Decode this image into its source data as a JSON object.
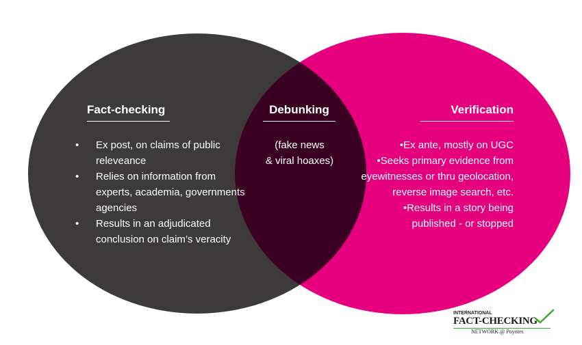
{
  "colors": {
    "left_circle": "#3c3a3b",
    "right_circle": "#e6007e",
    "intersection": "#3a0122",
    "text": "#ffffff",
    "logo_check": "#3aaa35"
  },
  "fact_checking": {
    "title": "Fact-checking",
    "items": [
      "Ex post, on claims of public releveance",
      "Relies on information from experts, academia, governments agencies",
      "Results in an adjudicated conclusion on claim’s veracity"
    ]
  },
  "debunking": {
    "title": "Debunking",
    "note_line1": "(fake news",
    "note_line2": "& viral hoaxes)"
  },
  "verification": {
    "title": "Verification",
    "items": [
      "Ex ante, mostly on UGC",
      "Seeks primary evidence from eyewitnesses or thru geolocation, reverse image search, etc.",
      "Results in a story being published - or stopped"
    ]
  },
  "logo": {
    "line1": "INTERNATIONAL",
    "line2": "FACT-CHECKING",
    "line3": "NETWORK @ Poynter."
  }
}
